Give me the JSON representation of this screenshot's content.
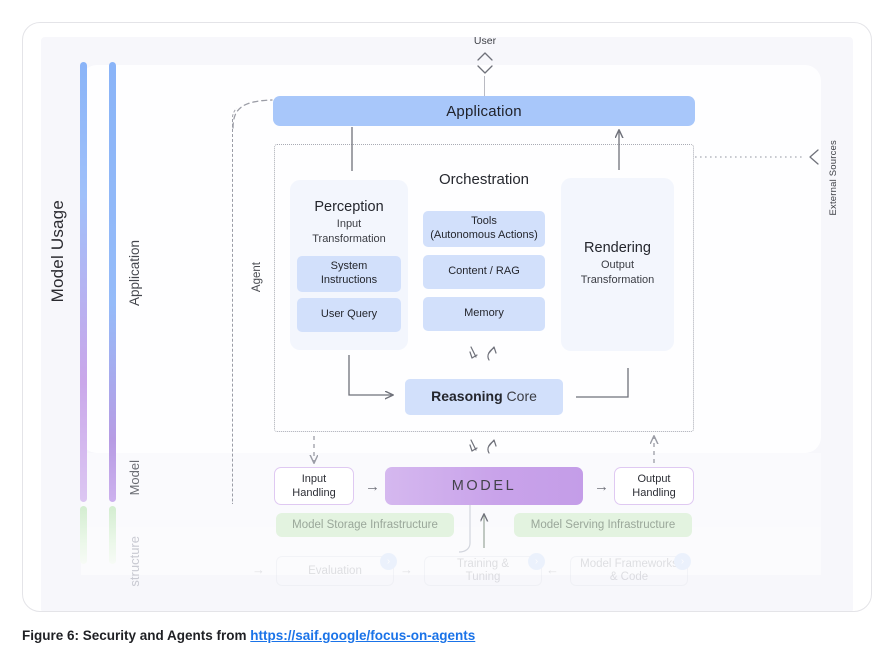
{
  "figure": {
    "caption_prefix": "Figure 6: Security and Agents from ",
    "caption_link": "https://saif.google/focus-on-agents"
  },
  "rails": {
    "model_usage_label": "Model Usage",
    "layers": [
      {
        "label": "Application"
      },
      {
        "label": "Model"
      },
      {
        "label": "structure"
      }
    ],
    "gradient_top": "#8ab4f8",
    "gradient_bottom": "#cdb1ee",
    "gradient_fade": "#d3edd0"
  },
  "user": {
    "label": "User",
    "chevron_up": "chevron-up-icon",
    "chevron_down": "chevron-down-icon"
  },
  "application": {
    "label": "Application",
    "color": "#a8c7fa"
  },
  "agent": {
    "label": "Agent"
  },
  "external": {
    "label": "External Sources"
  },
  "orchestration": {
    "title": "Orchestration",
    "chips": [
      {
        "line1": "Tools",
        "line2": "(Autonomous Actions)"
      },
      {
        "line1": "Content / RAG",
        "line2": ""
      },
      {
        "line1": "Memory",
        "line2": ""
      }
    ],
    "chip_color": "#d2e0fb"
  },
  "perception": {
    "title": "Perception",
    "subtitle_line1": "Input",
    "subtitle_line2": "Transformation",
    "chips": [
      {
        "line1": "System",
        "line2": "Instructions"
      },
      {
        "line1": "User Query",
        "line2": ""
      }
    ]
  },
  "rendering": {
    "title": "Rendering",
    "subtitle_line1": "Output",
    "subtitle_line2": "Transformation"
  },
  "reasoning": {
    "bold": "Reasoning",
    "light": " Core"
  },
  "model_row": {
    "input_handling_line1": "Input",
    "input_handling_line2": "Handling",
    "model_label": "MODEL",
    "output_handling_line1": "Output",
    "output_handling_line2": "Handling",
    "arrow_in": "→",
    "arrow_out": "→",
    "model_color": "#c9a3ea"
  },
  "infrastructure": {
    "storage": "Model Storage Infrastructure",
    "serving": "Model Serving Infrastructure",
    "color": "#e3f3e0"
  },
  "faded_pipeline": {
    "items": [
      {
        "line1": "Evaluation",
        "line2": ""
      },
      {
        "line1": "Training &",
        "line2": "Tuning"
      },
      {
        "line1": "Model Frameworks",
        "line2": "& Code"
      }
    ],
    "arrows": [
      "→",
      "→",
      "←"
    ],
    "badge_glyph": "›"
  }
}
